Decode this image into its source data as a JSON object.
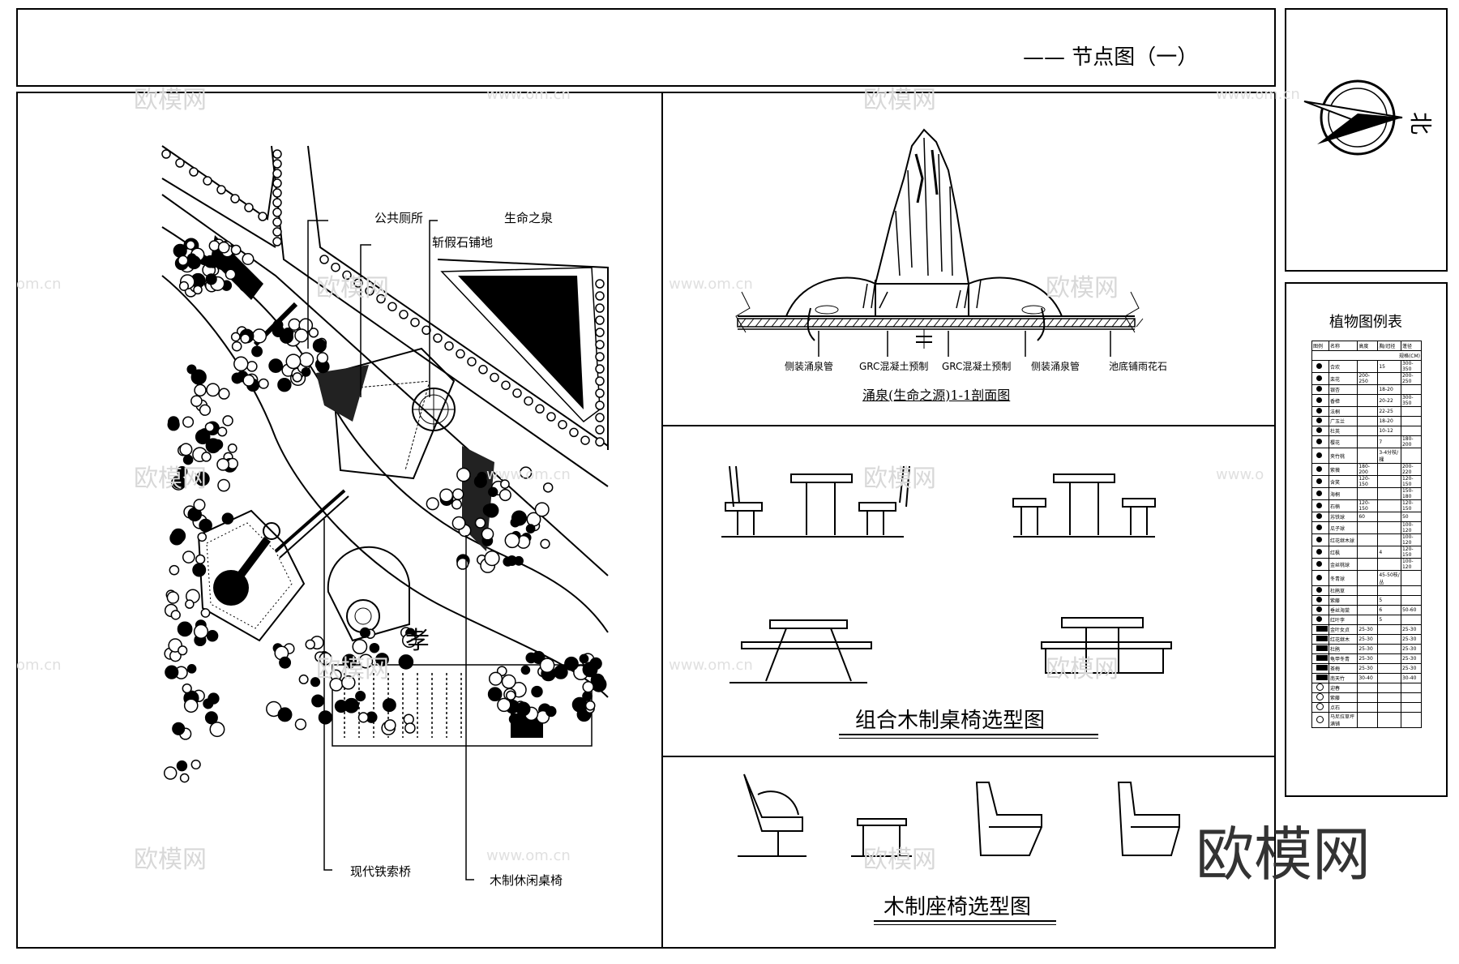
{
  "drawing": {
    "title": "—— 节点图（一）",
    "north_label": "北",
    "legend_title": "植物图例表"
  },
  "site_plan": {
    "labels": {
      "toilet": "公共厕所",
      "stone_paving": "斩假石铺地",
      "spring": "生命之泉",
      "bridge": "现代铁索桥",
      "benches": "木制休闲桌椅",
      "filial": "孝"
    }
  },
  "fountain": {
    "title": "涌泉(生命之源)1-1剖面图",
    "labels": [
      "侧装涌泉管",
      "GRC混凝土预制",
      "GRC混凝土预制",
      "侧装涌泉管",
      "池底铺雨花石"
    ]
  },
  "tables_section": {
    "title": "组合木制桌椅选型图"
  },
  "chairs_section": {
    "title": "木制座椅选型图"
  },
  "legend": {
    "headers": [
      "图例",
      "名称",
      "规格(CM)",
      "高度",
      "胸/冠径",
      "蓬径"
    ],
    "rows": [
      [
        "合欢",
        "",
        "15",
        "300-350"
      ],
      [
        "栾花",
        "200-250",
        "",
        "200-250"
      ],
      [
        "银杏",
        "",
        "18-20",
        ""
      ],
      [
        "香樟",
        "",
        "20-22",
        "300-350"
      ],
      [
        "法桐",
        "",
        "22-25",
        ""
      ],
      [
        "广玉兰",
        "",
        "18-20",
        ""
      ],
      [
        "杜英",
        "",
        "10-12",
        ""
      ],
      [
        "樱花",
        "",
        "7",
        "180-200"
      ],
      [
        "夹竹桃",
        "",
        "3-4分枝/棵",
        ""
      ],
      [
        "紫薇",
        "180-200",
        "",
        "200-220"
      ],
      [
        "含笑",
        "120-150",
        "",
        "120-150"
      ],
      [
        "海桐",
        "",
        "",
        "150-180"
      ],
      [
        "石楠",
        "120-150",
        "",
        "120-150"
      ],
      [
        "苏铁球",
        "60",
        "",
        "50"
      ],
      [
        "瓜子球",
        "",
        "",
        "100-120"
      ],
      [
        "红花继木球",
        "",
        "",
        "100-120"
      ],
      [
        "红枫",
        "",
        "4",
        "120-150"
      ],
      [
        "金丝桃球",
        "",
        "",
        "100-120"
      ],
      [
        "冬青球",
        "",
        "45-50枝/丛",
        ""
      ],
      [
        "杜鹃草",
        "",
        "",
        ""
      ],
      [
        "紫藤",
        "",
        "5",
        ""
      ],
      [
        "垂丝海棠",
        "",
        "6",
        "50-60"
      ],
      [
        "红叶李",
        "",
        "5",
        ""
      ],
      [
        "金叶女贞",
        "25-30",
        "",
        "25-30"
      ],
      [
        "红花继木",
        "25-30",
        "",
        "25-30"
      ],
      [
        "杜鹃",
        "25-30",
        "",
        "25-30"
      ],
      [
        "龟甲冬青",
        "25-30",
        "",
        "25-30"
      ],
      [
        "茶梅",
        "25-30",
        "",
        "25-30"
      ],
      [
        "南天竹",
        "30-40",
        "",
        "30-40"
      ],
      [
        "迎春",
        "",
        "",
        ""
      ],
      [
        "紫藤",
        "",
        "",
        ""
      ],
      [
        "点石",
        "",
        "",
        ""
      ],
      [
        "马尼拉草坪满铺",
        "",
        "",
        ""
      ]
    ]
  },
  "watermarks": {
    "logo": "欧模网",
    "url": "www.om.cn",
    "url_short": "om.cn",
    "url_cut": "www.o"
  }
}
